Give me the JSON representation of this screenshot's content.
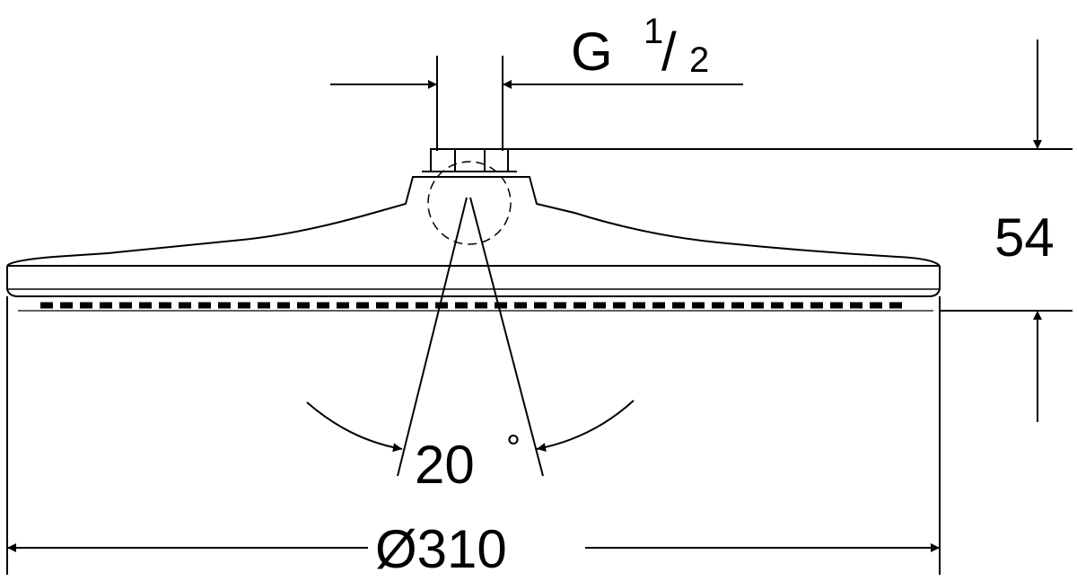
{
  "labels": {
    "thread_prefix": "G",
    "thread_numerator": "1",
    "thread_slash": "/",
    "thread_denominator": "2",
    "height": "54",
    "angle": "20",
    "degree": "°",
    "diameter": "Ø310"
  },
  "colors": {
    "line": "#000000",
    "background": "#ffffff"
  }
}
